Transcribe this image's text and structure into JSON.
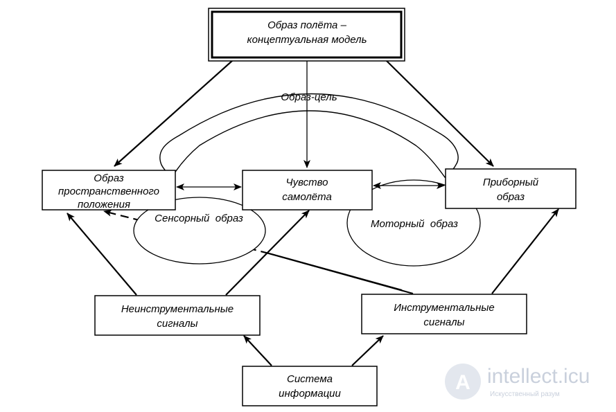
{
  "nodes": {
    "flight_image": {
      "line1": "Образ полёта –",
      "line2": "концептуальная модель"
    },
    "goal_image": {
      "label": "Образ-цель"
    },
    "spatial_image": {
      "line1": "Образ",
      "line2": "пространственного",
      "line3": "положения"
    },
    "aircraft_feel": {
      "line1": "Чувство",
      "line2": "самолёта"
    },
    "instrument_image": {
      "line1": "Приборный",
      "line2": "образ"
    },
    "sensory_image": {
      "label": "Сенсорный  образ"
    },
    "motor_image": {
      "label": "Моторный  образ"
    },
    "non_instrument_signals": {
      "line1": "Неинструментальные",
      "line2": "сигналы"
    },
    "instrument_signals": {
      "line1": "Инструментальные",
      "line2": "сигналы"
    },
    "info_system": {
      "line1": "Система",
      "line2": "информации"
    }
  },
  "watermark": {
    "brand": "intellect.icu",
    "tagline": "Искусственный разум",
    "logo_letter": "A"
  },
  "colors": {
    "line": "#000000",
    "background": "#ffffff",
    "watermark": "#c9d0dc"
  }
}
